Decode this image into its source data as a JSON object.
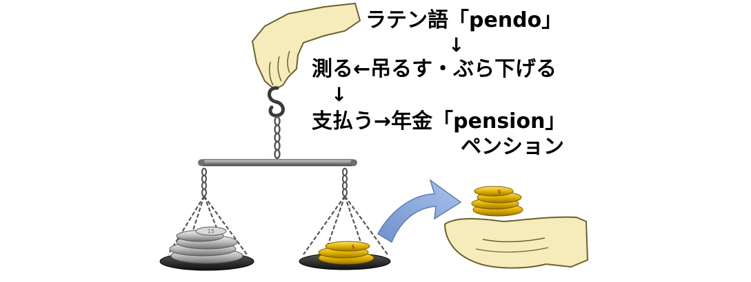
{
  "etymology": {
    "line1": "ラテン語「pendo」",
    "arrow_down_1": "↓",
    "line2": "測る←吊るす・ぶら下げる",
    "arrow_down_2": "↓",
    "line3": "支払う→年金「pension」",
    "line4": "ペンション"
  },
  "coin_labels": {
    "left_coin": "15",
    "gold_coin": "$"
  },
  "colors": {
    "hand_skin": "#F6EBBA",
    "hand_outline": "#6B5F2A",
    "chain": "#555555",
    "beam": "#8C8C8C",
    "pan": "#2A2A2A",
    "silver_coin": "#C9C9C9",
    "gold_coin": "#E0B400",
    "arrow": "#8FAEDD"
  }
}
